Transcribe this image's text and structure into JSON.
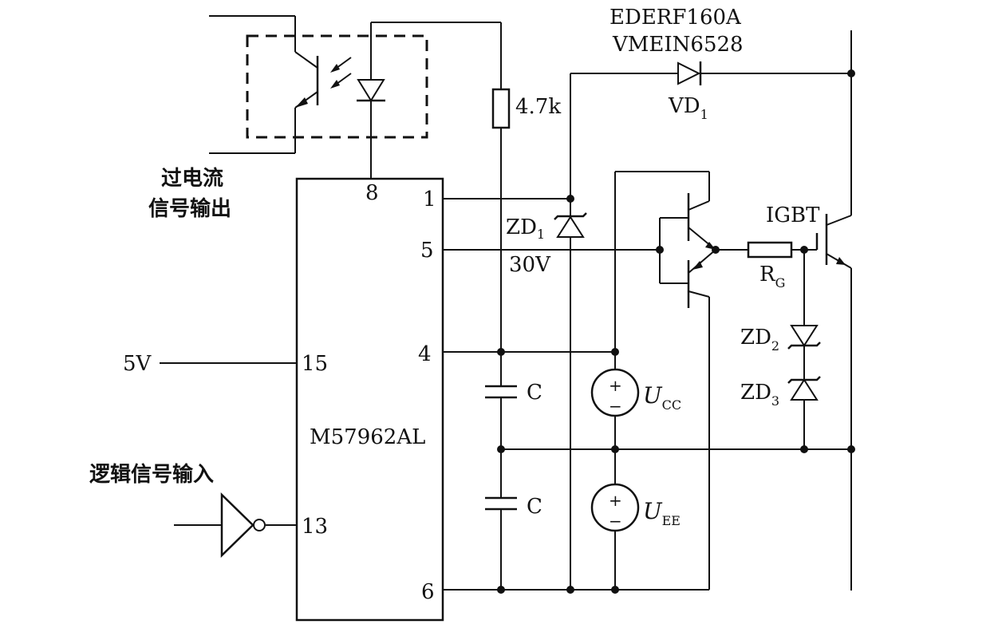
{
  "labels": {
    "diode_part1": "EDERF160A",
    "diode_part2": "VMEIN6528",
    "vd1": "VD",
    "vd1_sub": "1",
    "resistor": "4.7k",
    "overcurrent_line1": "过电流",
    "overcurrent_line2": "信号输出",
    "pin8": "8",
    "pin1": "1",
    "pin5": "5",
    "pin4": "4",
    "pin15": "15",
    "pin13": "13",
    "pin6": "6",
    "zd1": "ZD",
    "zd1_sub": "1",
    "zd1_voltage": "30V",
    "igbt": "IGBT",
    "rg": "R",
    "rg_sub": "G",
    "zd2": "ZD",
    "zd2_sub": "2",
    "zd3": "ZD",
    "zd3_sub": "3",
    "supply_5v": "5V",
    "cap_top": "C",
    "cap_bottom": "C",
    "ucc": "U",
    "ucc_sub": "CC",
    "uee": "U",
    "uee_sub": "EE",
    "ic_name": "M57962AL",
    "logic_input": "逻辑信号输入",
    "plus": "+",
    "minus": "−"
  }
}
